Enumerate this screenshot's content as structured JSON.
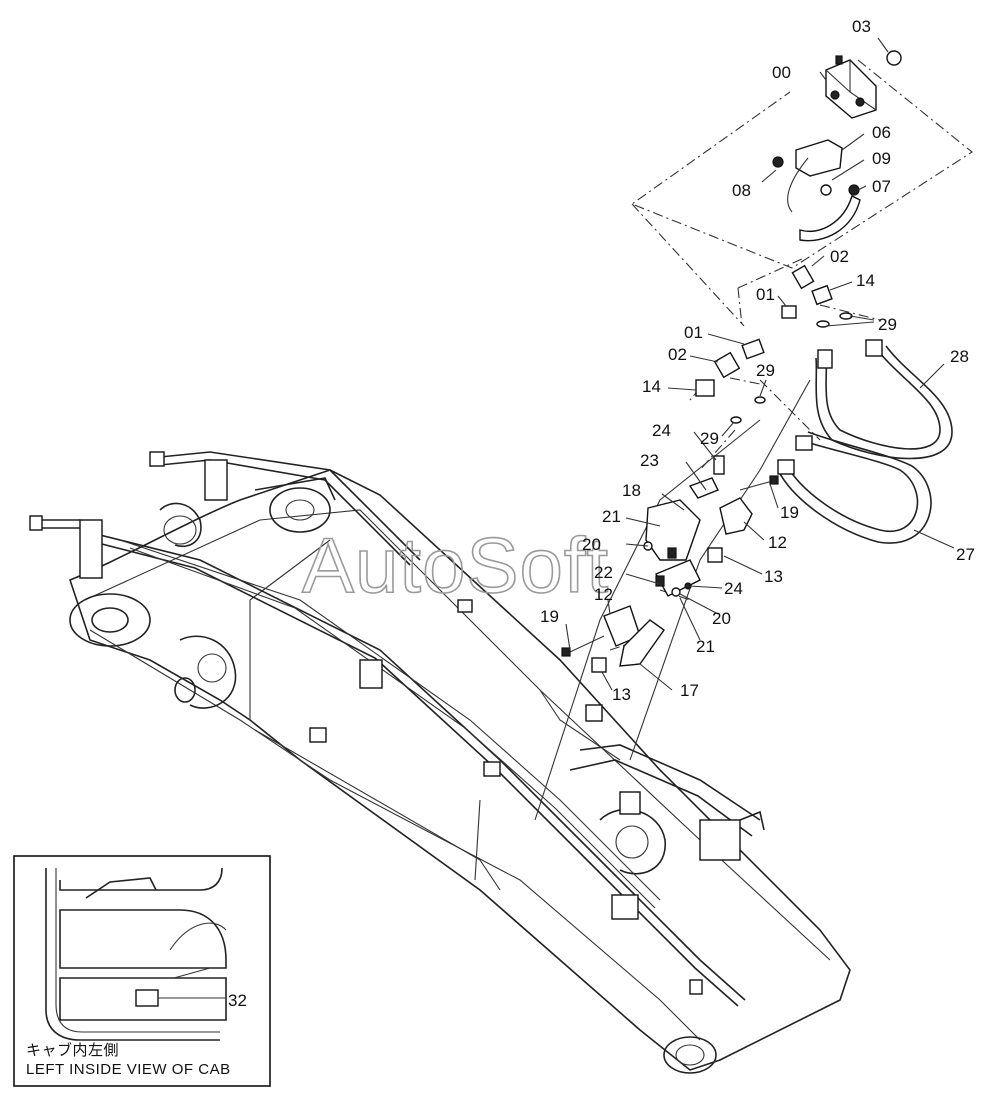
{
  "watermark": "AutoSoft",
  "callouts": [
    {
      "id": "00",
      "text": "00"
    },
    {
      "id": "03",
      "text": "03"
    },
    {
      "id": "06",
      "text": "06"
    },
    {
      "id": "09",
      "text": "09"
    },
    {
      "id": "08",
      "text": "08"
    },
    {
      "id": "07",
      "text": "07"
    },
    {
      "id": "02a",
      "text": "02"
    },
    {
      "id": "14a",
      "text": "14"
    },
    {
      "id": "01a",
      "text": "01"
    },
    {
      "id": "29a",
      "text": "29"
    },
    {
      "id": "28",
      "text": "28"
    },
    {
      "id": "01b",
      "text": "01"
    },
    {
      "id": "02b",
      "text": "02"
    },
    {
      "id": "29b",
      "text": "29"
    },
    {
      "id": "14b",
      "text": "14"
    },
    {
      "id": "29c",
      "text": "29"
    },
    {
      "id": "24a",
      "text": "24"
    },
    {
      "id": "23",
      "text": "23"
    },
    {
      "id": "18",
      "text": "18"
    },
    {
      "id": "21a",
      "text": "21"
    },
    {
      "id": "19a",
      "text": "19"
    },
    {
      "id": "12a",
      "text": "12"
    },
    {
      "id": "20a",
      "text": "20"
    },
    {
      "id": "27",
      "text": "27"
    },
    {
      "id": "13a",
      "text": "13"
    },
    {
      "id": "22",
      "text": "22"
    },
    {
      "id": "24b",
      "text": "24"
    },
    {
      "id": "12b",
      "text": "12"
    },
    {
      "id": "20b",
      "text": "20"
    },
    {
      "id": "19b",
      "text": "19"
    },
    {
      "id": "21b",
      "text": "21"
    },
    {
      "id": "13b",
      "text": "13"
    },
    {
      "id": "17",
      "text": "17"
    },
    {
      "id": "32",
      "text": "32"
    }
  ],
  "inset": {
    "caption_jp": "キャブ内左側",
    "caption_en": "LEFT INSIDE VIEW OF CAB"
  }
}
